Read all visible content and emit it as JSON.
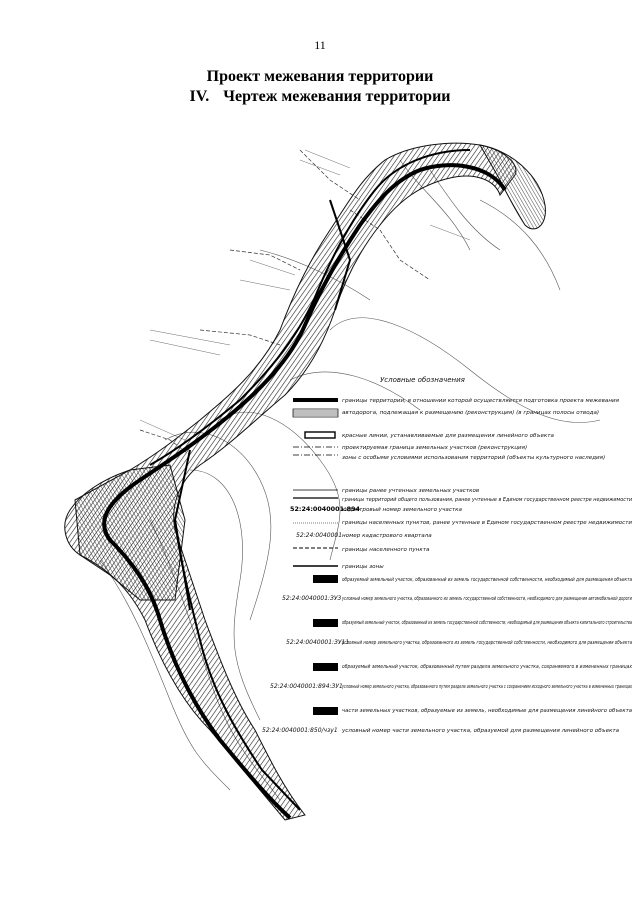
{
  "header": {
    "page_number": "11",
    "title_line1": "Проект межевания территории",
    "section_number": "IV.",
    "section_title": "Чертеж межевания территории"
  },
  "legend": {
    "title": "Условные обозначения",
    "items": [
      {
        "code": "",
        "text": "границы территории, в отношении которой осуществляется подготовка проекта межевания"
      },
      {
        "code": "",
        "text": "автодорога, подлежащая к размещению (реконструкция) (в границах полосы отвода)"
      },
      {
        "code": "",
        "text": "красные линии, устанавливаемые для размещения линейного объекта"
      },
      {
        "code": "",
        "text": "проектируемая граница земельных участков (реконструкция)"
      },
      {
        "code": "",
        "text": "зоны с особыми условиями использования территорий (объекты культурного наследия)"
      },
      {
        "code": "",
        "text": "границы ранее учтенных земельных участков"
      },
      {
        "code": "",
        "text": "границы территорий общего пользования, ранее учтенные в Едином государственном реестре недвижимости"
      },
      {
        "code": "52:24:0040001:894",
        "text": "кадастровый номер земельного участка"
      },
      {
        "code": "",
        "text": "границы населенных пунктов, ранее учтенные в Едином государственном реестре недвижимости"
      },
      {
        "code": "52:24:0040001",
        "text": "номер кадастрового квартала"
      },
      {
        "code": "",
        "text": "границы населенного пункта"
      },
      {
        "code": "",
        "text": "границы зоны"
      },
      {
        "code": "",
        "text": "образуемый земельный участок, образованный из земель государственной собственности, необходимый для размещения объекта"
      },
      {
        "code": "52:24:0040001:ЗУ3",
        "text": "условный номер земельного участка, образованного из земель государственной собственности, необходимого для размещения автомобильной дороги"
      },
      {
        "code": "",
        "text": "образуемый земельный участок, образованный из земель государственной собственности, необходимый для размещения объекта капитального строительства"
      },
      {
        "code": "52:24:0040001:ЗУ11",
        "text": "условный номер земельного участка, образованного из земель государственной собственности, необходимого для размещения объекта"
      },
      {
        "code": "",
        "text": "образуемый земельный участок, образованный путем раздела земельного участка, сохраняемого в измененных границах"
      },
      {
        "code": "52:24:0040001:894:ЗУ1",
        "text": "условный номер земельного участка, образованного путем раздела земельного участка с сохранением исходного земельного участка в измененных границах"
      },
      {
        "code": "",
        "text": "части земельных участков, образуемые из земель, необходимые для размещения линейного объекта"
      },
      {
        "code": "52:24:0040001:850/чзу1",
        "text": "условный номер части земельного участка, образуемой для размещения линейного объекта"
      }
    ]
  }
}
